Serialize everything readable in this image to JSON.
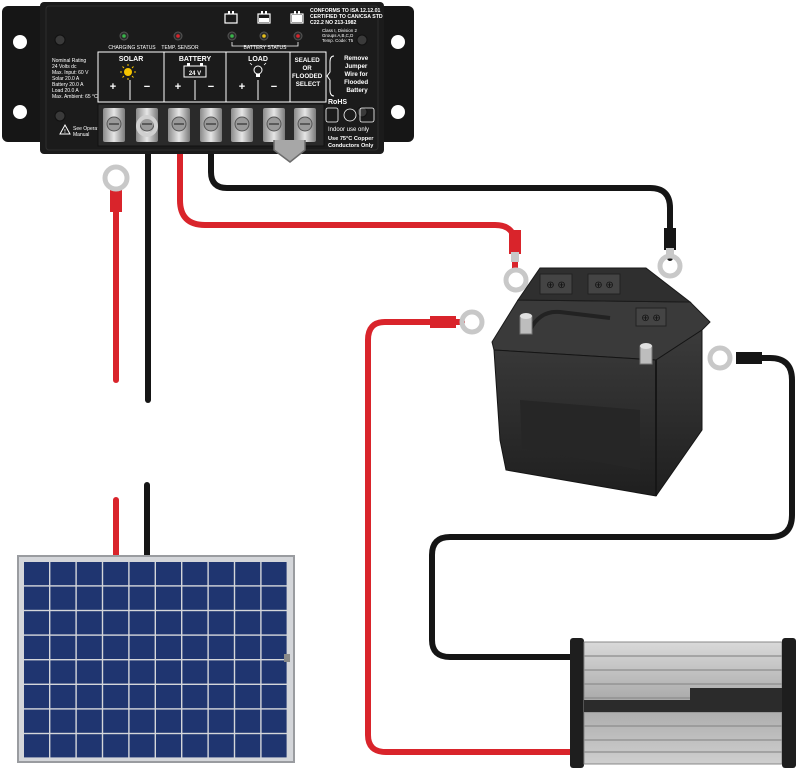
{
  "controller": {
    "conformity": [
      "CONFORMS TO ISA 12.12.01",
      "CERTIFIED TO CAN/CSA STD",
      "C22.2 NO 213-1982"
    ],
    "hazloc": [
      "Class I, Division 2",
      "Groups A,B,C,D",
      "Temp. Code: T5"
    ],
    "indicators": {
      "charging": "CHARGING STATUS",
      "temp": "TEMP. SENSOR",
      "battery_status": "BATTERY STATUS"
    },
    "ratings": [
      "Nominal Rating",
      "24 Volts dc",
      "Max. Input: 60 V",
      "Solar 20.0 A",
      "Battery 20.0 A",
      "Load 20.0 A",
      "Max. Ambient: 65 °C"
    ],
    "sections": {
      "solar": "SOLAR",
      "battery": "BATTERY",
      "battery_voltage": "24 V",
      "load": "LOAD",
      "select": [
        "SEALED",
        "OR",
        "FLOODED",
        "SELECT"
      ]
    },
    "polarity": {
      "plus": "+",
      "minus": "−"
    },
    "jumper_note": [
      "Remove",
      "Jumper",
      "Wire for",
      "Flooded",
      "Battery"
    ],
    "rohs": "RoHS",
    "indoor": "Indoor use only",
    "copper": [
      "Use 75°C Copper",
      "Conductors Only"
    ],
    "manual": [
      "See Operator's",
      "Manual"
    ]
  },
  "colors": {
    "controller_body": "#1b1b1b",
    "wire_red": "#d9242b",
    "wire_black": "#151515",
    "panel_cell": "#1f3570",
    "battery_body": "#2c2c2c",
    "inverter_body": "#bdbdbd"
  },
  "icons": [
    "warning-icon",
    "sun-icon",
    "battery-icon",
    "bulb-icon",
    "ring-terminal-icon"
  ]
}
